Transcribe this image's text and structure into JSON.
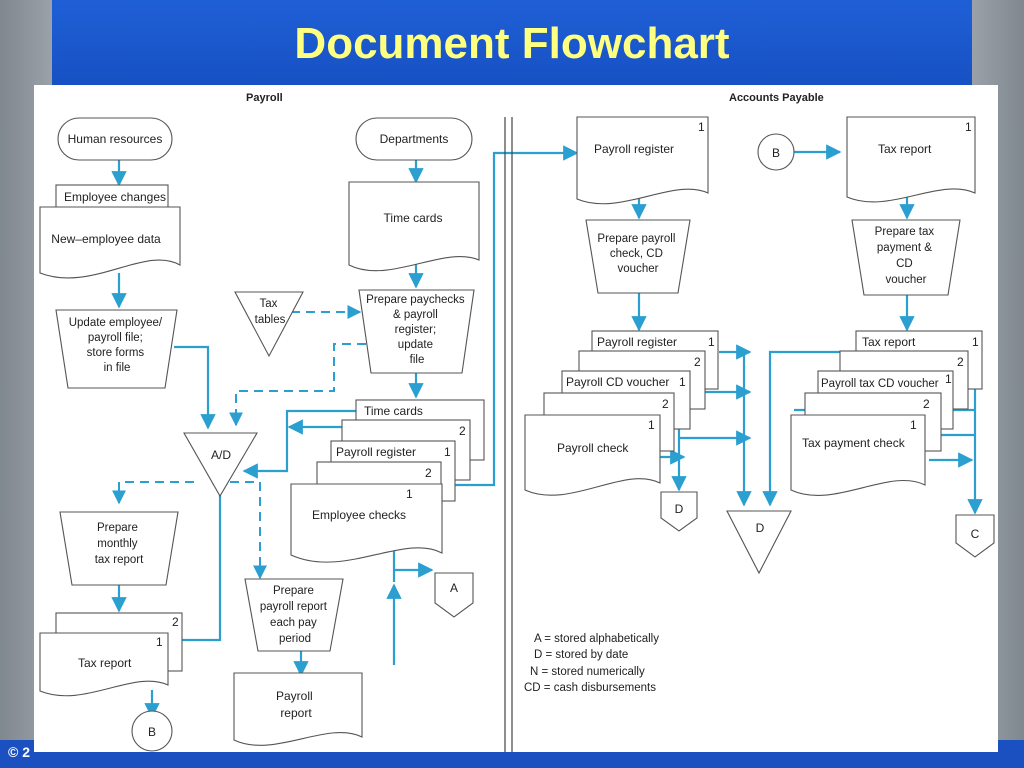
{
  "slide": {
    "title": "Document Flowchart",
    "footer": "© 2"
  },
  "colors": {
    "title_band": "#1650c2",
    "title_text": "#ffff80",
    "flow": "#2a9fd0",
    "outline": "#555555"
  },
  "payroll": {
    "header": "Payroll",
    "human_resources": "Human resources",
    "departments": "Departments",
    "employee_changes": "Employee changes",
    "new_employee_data": "New–employee data",
    "time_cards": "Time cards",
    "tax_tables": [
      "Tax",
      "tables"
    ],
    "prepare_paychecks": [
      "Prepare paychecks",
      "& payroll",
      "register;",
      "update",
      "file"
    ],
    "update_employee": [
      "Update employee/",
      "payroll file;",
      "store forms",
      "in file"
    ],
    "ad_file": "A/D",
    "stack": {
      "time_cards": "Time cards",
      "time_cards_num": "2",
      "payroll_register": "Payroll register",
      "payroll_register_num": "1",
      "copy2_num": "2",
      "employee_checks": "Employee checks",
      "employee_checks_num": "1"
    },
    "prepare_monthly": [
      "Prepare",
      "monthly",
      "tax report"
    ],
    "tax_report_copy_num": "2",
    "tax_report": "Tax report",
    "tax_report_num": "1",
    "connector_b": "B",
    "prepare_payroll_report": [
      "Prepare",
      "payroll report",
      "each pay",
      "period"
    ],
    "payroll_report": [
      "Payroll",
      "report"
    ],
    "connector_a": "A"
  },
  "accounts_payable": {
    "header": "Accounts Payable",
    "payroll_register": "Payroll register",
    "payroll_register_num": "1",
    "prepare_check": [
      "Prepare payroll",
      "check, CD",
      "voucher"
    ],
    "stack": {
      "payroll_register": "Payroll register",
      "payroll_register_num": "1",
      "copy2_num": "2",
      "payroll_cd_voucher": "Payroll CD voucher",
      "payroll_cd_voucher_num": "1",
      "copy2b_num": "2",
      "payroll_check": "Payroll check",
      "payroll_check_num": "1"
    },
    "file_d_small": "D",
    "file_d_large": "D",
    "connector_b": "B",
    "tax_report": "Tax report",
    "tax_report_num": "1",
    "prepare_tax": [
      "Prepare tax",
      "payment &",
      "CD",
      "voucher"
    ],
    "tax_stack": {
      "tax_report": "Tax report",
      "tax_report_num": "1",
      "copy2_num": "2",
      "payroll_tax_cd_voucher": "Payroll tax CD voucher",
      "payroll_tax_cd_voucher_num": "1",
      "copy2b_num": "2",
      "tax_payment_check": "Tax payment check",
      "tax_payment_check_num": "1"
    },
    "file_c": "C"
  },
  "legend": [
    "A = stored alphabetically",
    "D = stored by date",
    "N = stored numerically",
    "CD = cash disbursements"
  ]
}
